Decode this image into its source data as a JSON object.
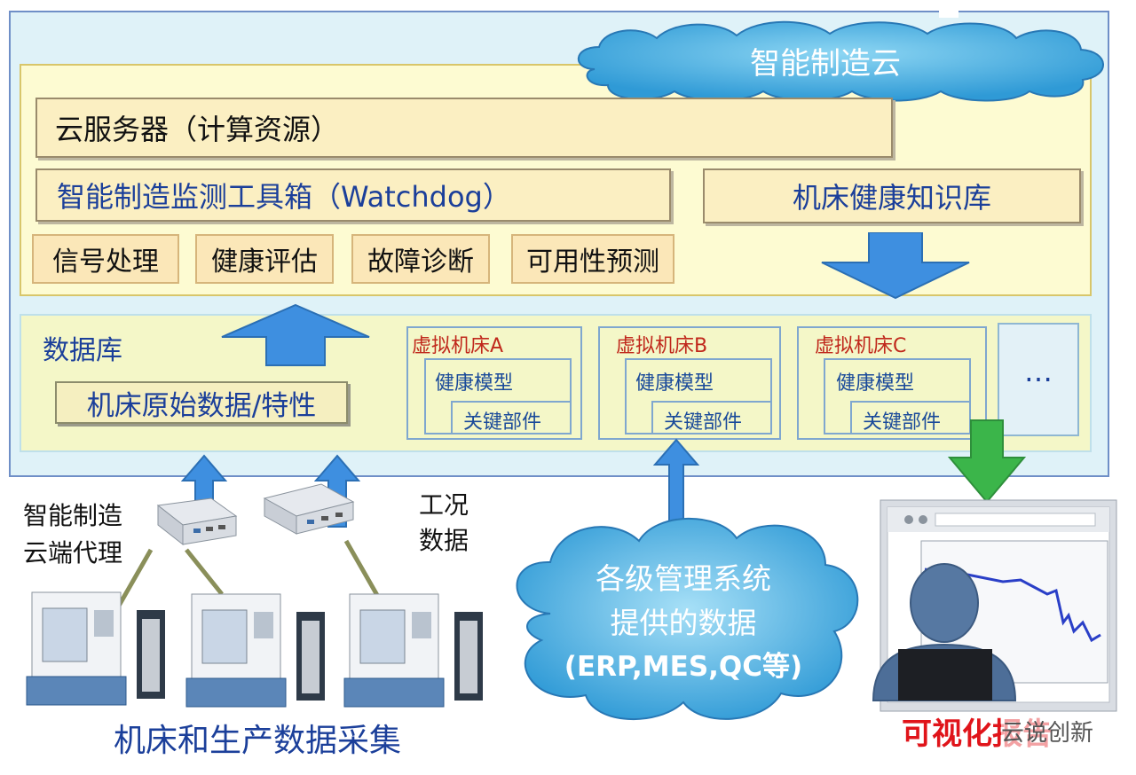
{
  "cloud": {
    "title": "智能制造云"
  },
  "compute": {
    "server_label": "云服务器（计算资源）",
    "toolbox_label": "智能制造监测工具箱（Watchdog）",
    "knowledge_label": "机床健康知识库",
    "tools": [
      "信号处理",
      "健康评估",
      "故障诊断",
      "可用性预测"
    ]
  },
  "database": {
    "title": "数据库",
    "raw_data_label": "机床原始数据/特性",
    "machines": [
      {
        "title": "虚拟机床A",
        "model": "健康模型",
        "component": "关键部件"
      },
      {
        "title": "虚拟机床B",
        "model": "健康模型",
        "component": "关键部件"
      },
      {
        "title": "虚拟机床C",
        "model": "健康模型",
        "component": "关键部件"
      }
    ],
    "more_label": "…"
  },
  "bottom": {
    "agent_label_1": "智能制造",
    "agent_label_2": "云端代理",
    "work_label_1": "工况",
    "work_label_2": "数据",
    "mgmt_line_1": "各级管理系统",
    "mgmt_line_2": "提供的数据",
    "mgmt_line_3": "(ERP,MES,QC等)",
    "collection_label": "机床和生产数据采集",
    "visualization_label": "可视化报告",
    "watermark": "云说创新"
  }
}
